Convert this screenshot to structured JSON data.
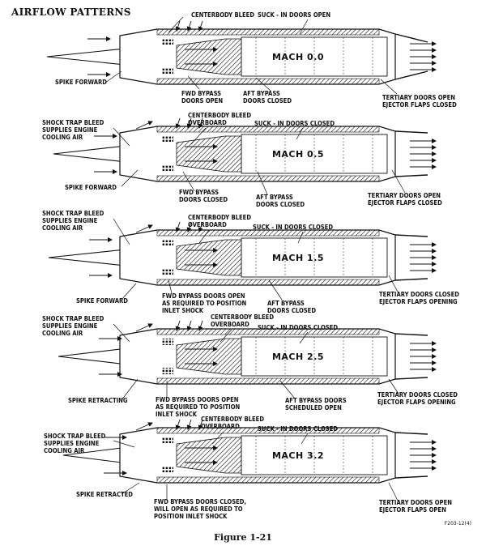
{
  "title": "AIRFLOW PATTERNS",
  "figure_caption": "Figure 1-21",
  "figure_code": "F203-12(4)",
  "panels": [
    {
      "mach": "MACH 0.0",
      "labels": [
        "CENTERBODY BLEED",
        "SUCK - IN DOORS OPEN",
        "SPIKE FORWARD",
        "FWD BYPASS",
        "DOORS OPEN",
        "AFT BYPASS",
        "DOORS CLOSED",
        "TERTIARY DOORS OPEN",
        "EJECTOR FLAPS CLOSED"
      ]
    },
    {
      "mach": "MACH 0.5",
      "labels": [
        "SHOCK TRAP BLEED",
        "SUPPLIES ENGINE",
        "COOLING AIR",
        "CENTERBODY BLEED",
        "OVERBOARD",
        "SUCK - IN DOORS CLOSED",
        "SPIKE FORWARD",
        "FWD BYPASS",
        "DOORS CLOSED",
        "AFT BYPASS",
        "DOORS CLOSED",
        "TERTIARY DOORS OPEN",
        "EJECTOR FLAPS CLOSED"
      ]
    },
    {
      "mach": "MACH 1.5",
      "labels": [
        "SHOCK TRAP BLEED",
        "SUPPLIES ENGINE",
        "COOLING AIR",
        "CENTERBODY BLEED",
        "OVERBOARD",
        "SUCK - IN DOORS CLOSED",
        "SPIKE FORWARD",
        "FWD BYPASS DOORS OPEN",
        "AS REQUIRED TO POSITION",
        "INLET SHOCK",
        "AFT BYPASS",
        "DOORS CLOSED",
        "TERTIARY DOORS CLOSED",
        "EJECTOR FLAPS OPENING"
      ]
    },
    {
      "mach": "MACH 2.5",
      "labels": [
        "SHOCK TRAP BLEED",
        "SUPPLIES ENGINE",
        "COOLING AIR",
        "CENTERBODY BLEED",
        "OVERBOARD",
        "SUCK - IN DOORS CLOSED",
        "SPIKE RETRACTING",
        "FWD BYPASS DOORS OPEN",
        "AS REQUIRED TO POSITION",
        "INLET SHOCK",
        "AFT BYPASS DOORS",
        "SCHEDULED OPEN",
        "TERTIARY DOORS CLOSED",
        "EJECTOR FLAPS OPENING"
      ]
    },
    {
      "mach": "MACH 3.2",
      "labels": [
        "SHOCK TRAP BLEED",
        "SUPPLIES ENGINE",
        "COOLING AIR",
        "CENTERBODY BLEED",
        "OVERBOARD",
        "SUCK - IN DOORS CLOSED",
        "SPIKE RETRACTED",
        "FWD BYPASS DOORS CLOSED,",
        "WILL OPEN AS REQUIRED TO",
        "POSITION INLET SHOCK",
        "TERTIARY DOORS OPEN",
        "EJECTOR FLAPS OPEN"
      ]
    }
  ]
}
